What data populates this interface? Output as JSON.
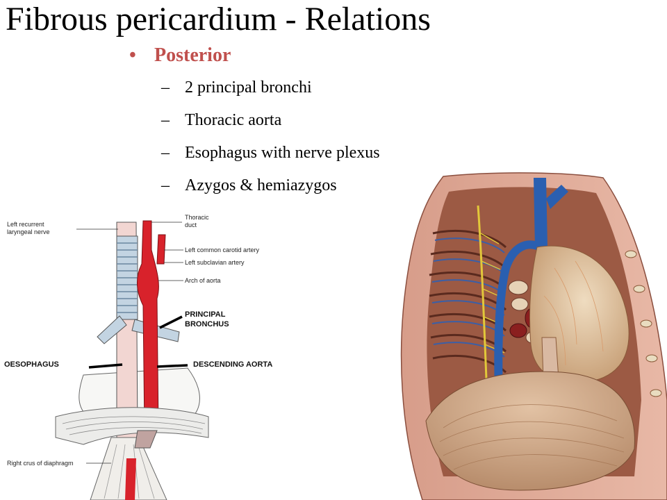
{
  "slide": {
    "title": "Fibrous pericardium - Relations",
    "bullet": {
      "label": "Posterior",
      "color": "#c0504d"
    },
    "subitems": [
      "2 principal bronchi",
      "Thoracic aorta",
      "Esophagus with nerve plexus",
      "Azygos & hemiazygos"
    ]
  },
  "figure_left": {
    "labels": {
      "left_recurrent": [
        "Left recurrent",
        "laryngeal nerve"
      ],
      "thoracic_duct": [
        "Thoracic",
        "duct"
      ],
      "carotid": "Left common carotid artery",
      "subclavian": "Left subclavian artery",
      "arch": "Arch of aorta",
      "principal_bronchus": [
        "PRINCIPAL",
        "BRONCHUS"
      ],
      "oesophagus": "OESOPHAGUS",
      "descending_aorta": "DESCENDING AORTA",
      "right_crus": "Right crus of diaphragm"
    }
  }
}
